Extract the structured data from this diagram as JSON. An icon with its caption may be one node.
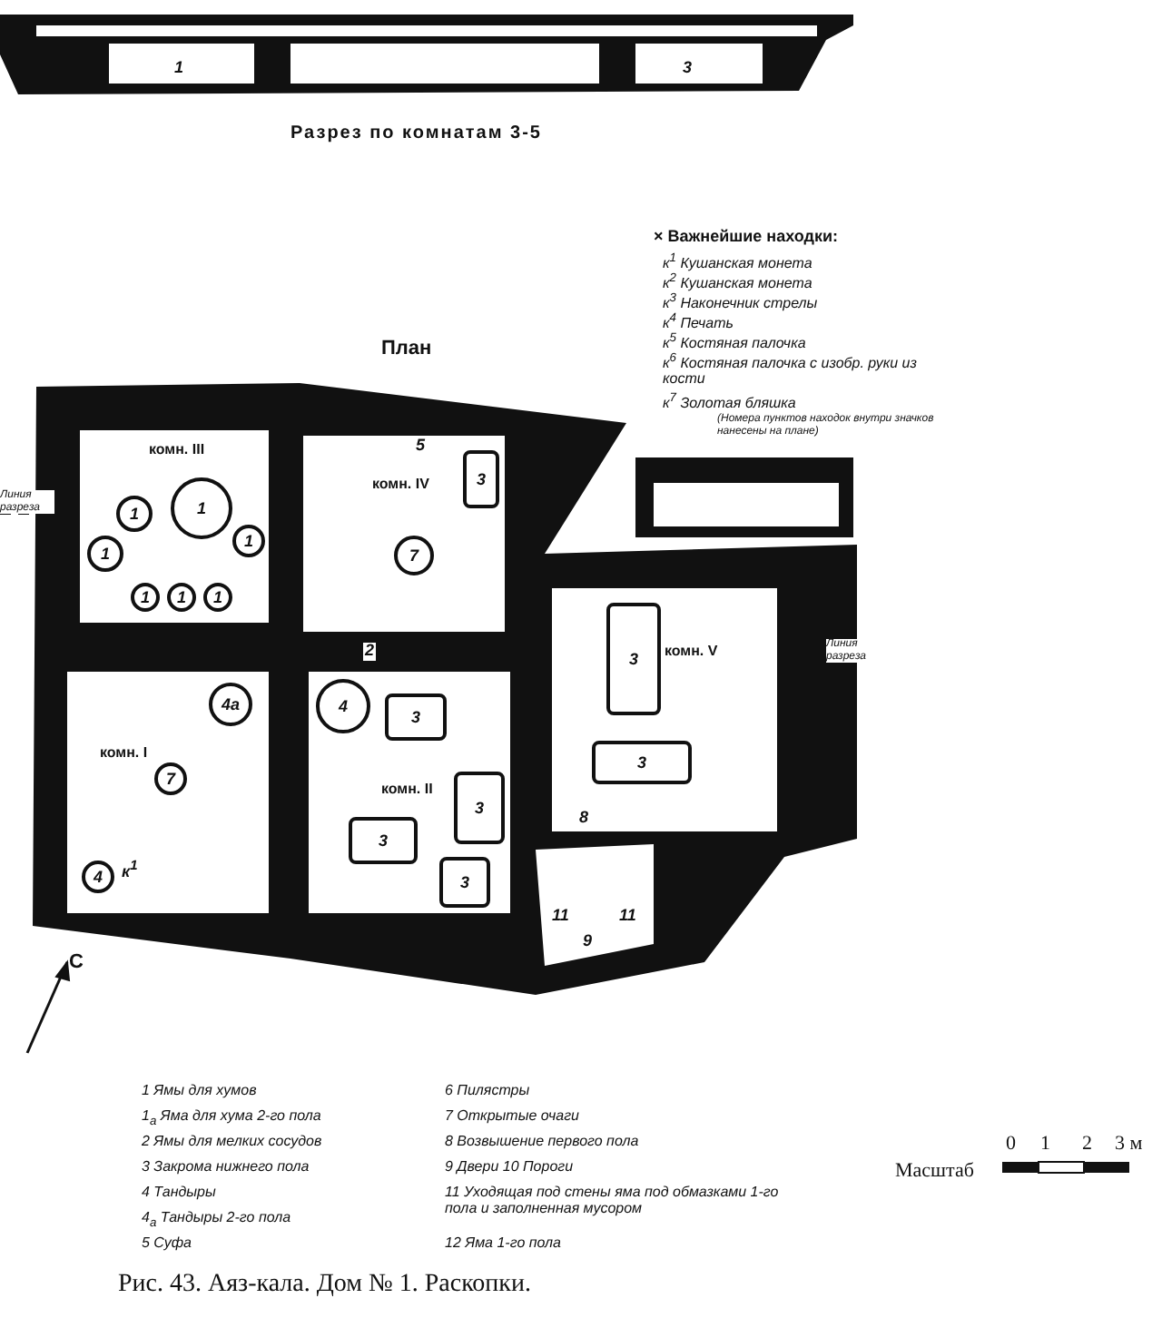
{
  "diagram": {
    "caption": "Рис. 43. Аяз-кала. Дом № 1. Раскопки.",
    "nodes": [
      {
        "text": [
          "комн. III"
        ]
      },
      {
        "text": [
          "1"
        ],
        "in": 0
      },
      {
        "text": [
          "1"
        ],
        "in": 0
      },
      {
        "text": [
          "1"
        ],
        "in": 0
      },
      {
        "text": [
          "1"
        ],
        "in": 0
      },
      {
        "text": [
          "1"
        ],
        "in": 0
      },
      {
        "text": [
          "1"
        ],
        "in": 0
      },
      {
        "text": [
          "1"
        ],
        "in": 0
      },
      {
        "text": [
          "комн. IV"
        ]
      },
      {
        "text": [
          "7"
        ],
        "in": 8
      },
      {
        "text": [
          "3"
        ],
        "in": 8
      },
      {
        "text": [
          "комн. I"
        ]
      },
      {
        "text": [
          "4а"
        ],
        "in": 11
      },
      {
        "text": [
          "7"
        ],
        "in": 11
      },
      {
        "text": [
          "4"
        ],
        "in": 11
      },
      {
        "text": [
          "комн. II"
        ]
      },
      {
        "text": [
          "4"
        ],
        "in": 15
      },
      {
        "text": [
          "3"
        ],
        "in": 15
      },
      {
        "text": [
          "3"
        ],
        "in": 15
      },
      {
        "text": [
          "3"
        ],
        "in": 15
      },
      {
        "text": [
          "3"
        ],
        "in": 15
      },
      {
        "text": [
          "комн. V"
        ]
      },
      {
        "text": [
          "3"
        ],
        "in": 21
      },
      {
        "text": [
          "3"
        ],
        "in": 21
      }
    ],
    "edges": [],
    "labels": [
      "1",
      "3",
      "Разрез по комнатам 3-5",
      "× Важнейшие находки:",
      "к$^{1}$ Кушанская монета",
      "к$^{2}$ Кушанская монета",
      "к$^{3}$ Наконечник стрелы",
      "к$^{4}$ Печать",
      "к$^{5}$ Костяная палочка",
      "к$^{6}$ Костяная палочка с изобр. руки из кости",
      "к$^{7}$ Золотая бляшка",
      "(Номера пунктов находок внутри значков нанесены на плане)",
      "План",
      "Линия разреза",
      "5",
      "2",
      "Линия разреза",
      "к$^{1}$",
      "8",
      "11",
      "11",
      "9",
      "С",
      "1 Ямы для хумов",
      "1$_{а}$ Яма для хума 2-го пола",
      "2 Ямы для мелких сосудов",
      "3 Закрома нижнего пола",
      "4 Тандыры",
      "4$_{а}$ Тандыры 2-го пола",
      "5 Суфа",
      "6 Пилястры",
      "7 Открытые очаги",
      "8 Возвышение первого пола",
      "9 Двери 10 Пороги",
      "11 Уходящая под стены яма под обмазками 1-го пола и заполненная мусором",
      "12 Яма 1-го пола",
      "Масштаб",
      "0",
      "1",
      "2",
      "3 м"
    ]
  }
}
